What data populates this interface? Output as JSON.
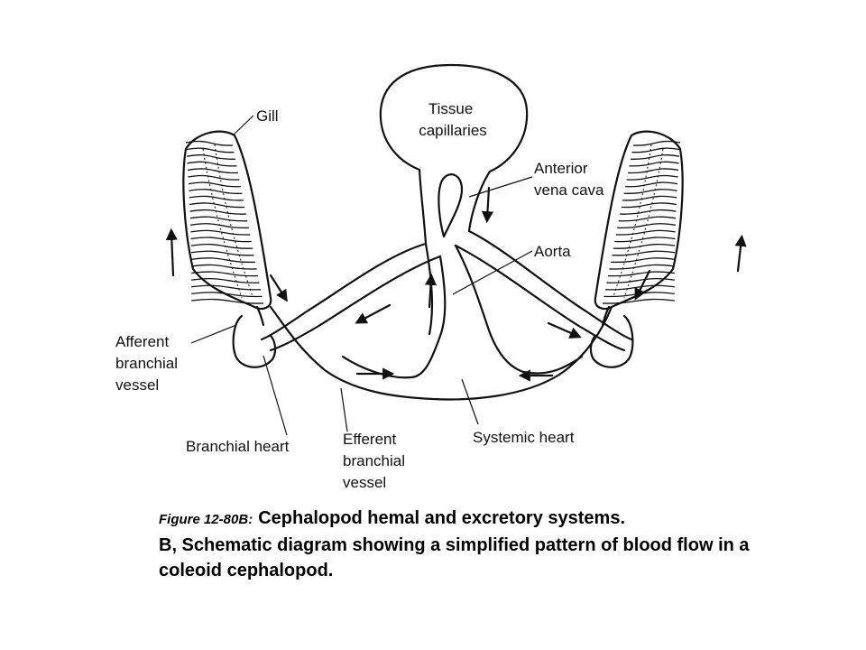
{
  "labels": {
    "gill": "Gill",
    "tissue_capillaries": [
      "Tissue",
      "capillaries"
    ],
    "anterior_vena_cava": [
      "Anterior",
      "vena cava"
    ],
    "aorta": "Aorta",
    "afferent_branchial_vessel": [
      "Afferent",
      "branchial",
      "vessel"
    ],
    "branchial_heart": "Branchial heart",
    "efferent_branchial_vessel": [
      "Efferent",
      "branchial",
      "vessel"
    ],
    "systemic_heart": "Systemic heart"
  },
  "caption": {
    "figure_label": "Figure 12-80B:",
    "title": "Cephalopod hemal and excretory systems.",
    "body": "B, Schematic diagram showing a simplified pattern of blood flow in a coleoid cephalopod."
  }
}
